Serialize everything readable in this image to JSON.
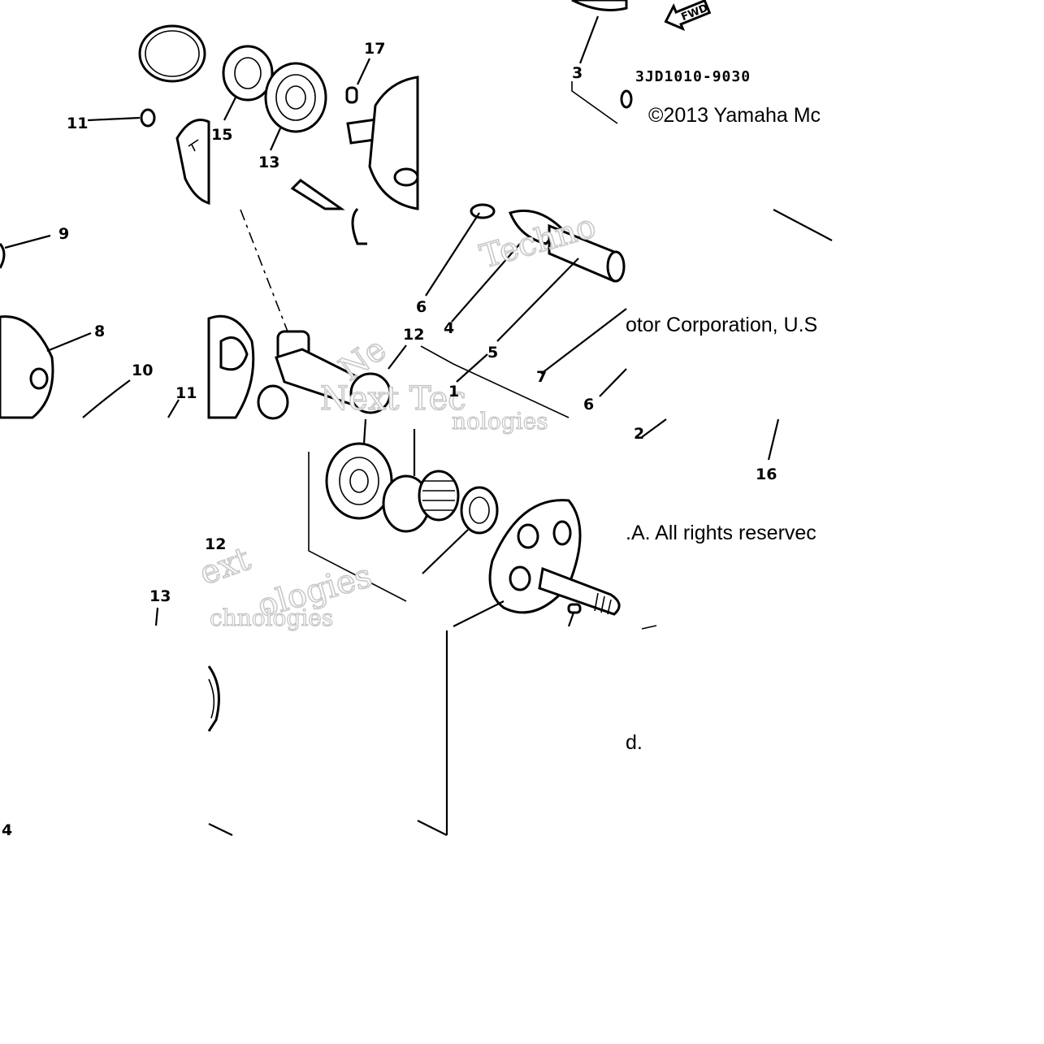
{
  "diagram": {
    "ref_code": "3JD1010-9030",
    "copyright_fragments": [
      "©2013 Yamaha Mc",
      "otor Corporation, U.S",
      ".A. All rights reservec",
      "d."
    ],
    "fwd_label": "FWD",
    "watermark_fragments": [
      "Techno",
      "Next Tec",
      "nologies",
      "ext",
      "ologies",
      "chnologies",
      "Ne"
    ],
    "callouts": [
      "17",
      "11",
      "15",
      "13",
      "3",
      "9",
      "8",
      "10",
      "11",
      "6",
      "4",
      "5",
      "1",
      "7",
      "6",
      "12",
      "2",
      "16",
      "12",
      "13",
      "4"
    ]
  }
}
